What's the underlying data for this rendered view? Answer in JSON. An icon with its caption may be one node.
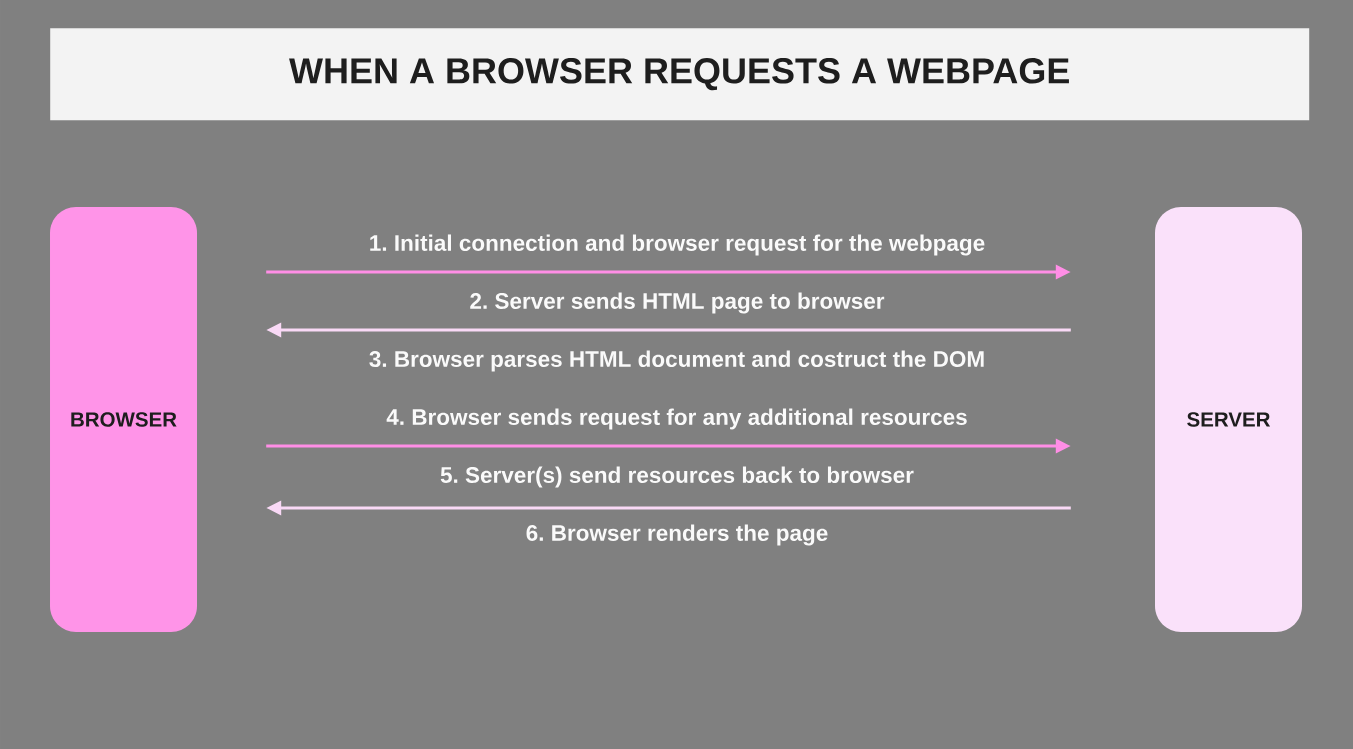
{
  "diagram": {
    "title": "WHEN A BROWSER REQUESTS A WEBPAGE",
    "nodes": [
      {
        "text": [
          "BROWSER"
        ]
      },
      {
        "text": [
          "SERVER"
        ]
      }
    ],
    "edges": [
      {
        "from": 0,
        "to": 1,
        "arrow": "to",
        "label": "1. Initial connection and browser request for the webpage"
      },
      {
        "from": 1,
        "to": 0,
        "arrow": "to",
        "label": "2. Server sends HTML page to browser",
        "color": "#f9d9f6"
      },
      {
        "from": 0,
        "to": 1,
        "arrow": "to",
        "label": "4. Browser sends request for any additional resources"
      },
      {
        "from": 1,
        "to": 0,
        "arrow": "to",
        "label": "5. Server(s) send resources back to browser",
        "color": "#f9d9f6"
      }
    ],
    "labels": [
      "3. Browser parses HTML document and costruct the DOM",
      "6. Browser renders the page"
    ]
  }
}
